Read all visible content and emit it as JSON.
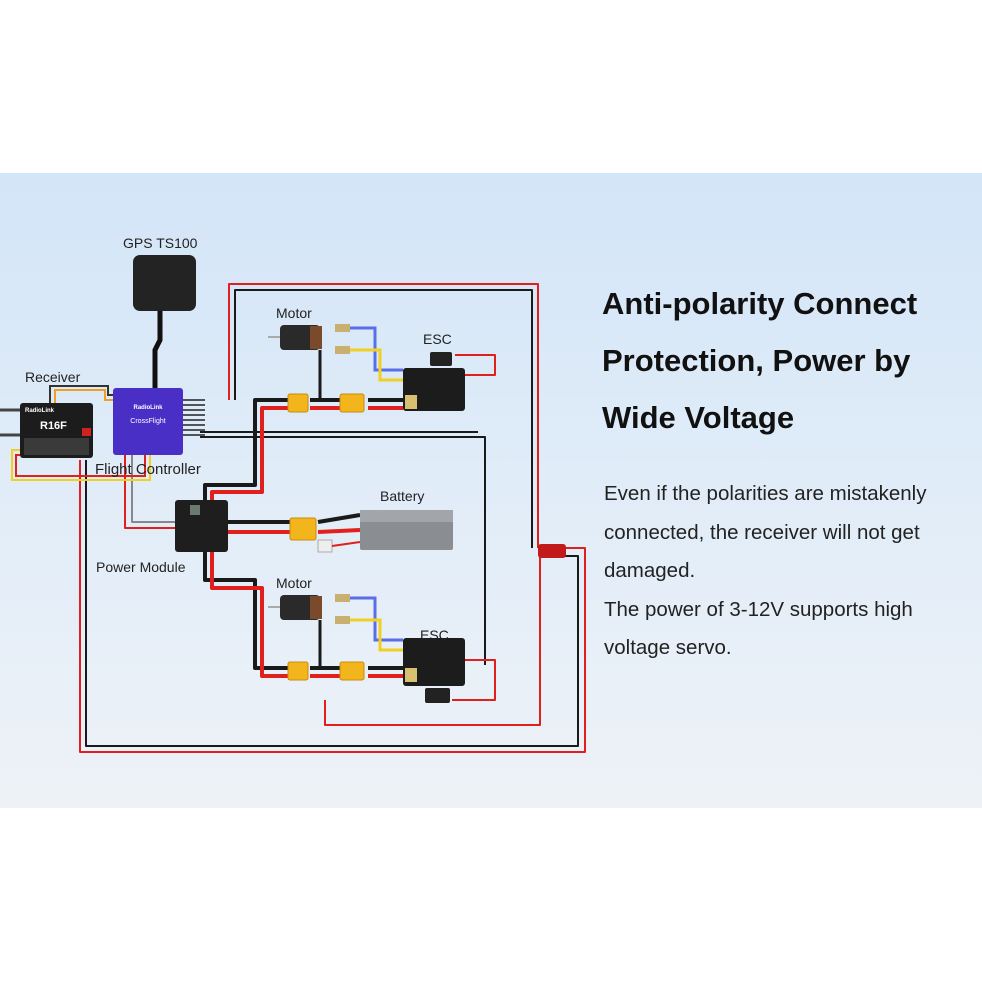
{
  "labels": {
    "gps": "GPS TS100",
    "receiver": "Receiver",
    "flight_controller": "Flight Controller",
    "power_module": "Power Module",
    "battery": "Battery",
    "motor_top": "Motor",
    "esc_top": "ESC",
    "motor_bottom": "Motor",
    "esc_bottom": "ESC"
  },
  "device_marks": {
    "receiver_model": "R16F",
    "receiver_brand": "RadioLink",
    "fc_brand": "RadioLink",
    "fc_name": "CrossFlight"
  },
  "heading": {
    "line1": "Anti-polarity Connect",
    "line2": "Protection, Power by",
    "line3": "Wide Voltage"
  },
  "description": {
    "paragraph1": "Even if the polarities are mistakenly connected, the receiver will not get damaged.",
    "paragraph2": "The power of 3-12V supports high voltage servo."
  },
  "colors": {
    "fc_purple": "#4a2fc6",
    "wire_red": "#e0201c",
    "wire_black": "#1a1a1a",
    "connector_yellow": "#f2b51c",
    "signal_blue": "#5a6ee8",
    "signal_yellow": "#f0d020"
  }
}
